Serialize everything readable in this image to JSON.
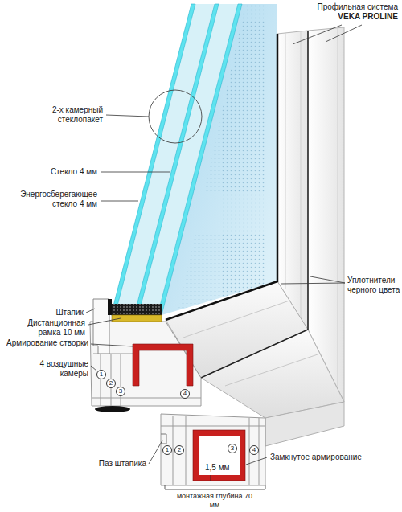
{
  "diagram": {
    "nodes": [
      {
        "text": [
          "1"
        ]
      },
      {
        "text": [
          "2"
        ]
      },
      {
        "text": [
          "3"
        ]
      },
      {
        "text": [
          "4"
        ]
      },
      {
        "text": [
          "1"
        ]
      },
      {
        "text": [
          "2"
        ]
      },
      {
        "text": [
          "3"
        ]
      },
      {
        "text": [
          "4"
        ]
      }
    ],
    "labels": [
      "Профильная система",
      "VEKA PROLINE",
      "2-х камерный стеклопакет",
      "Стекло 4 мм",
      "Энергосберегающее стекло 4 мм",
      "Уплотнители черного цвета",
      "Штапик",
      "Дистанционная рамка 10 мм",
      "Армирование створки",
      "4 воздушные камеры",
      "Паз штапика",
      "Замкнутое армирование",
      "1,5 мм",
      "монтажная глубина 70 мм"
    ]
  }
}
